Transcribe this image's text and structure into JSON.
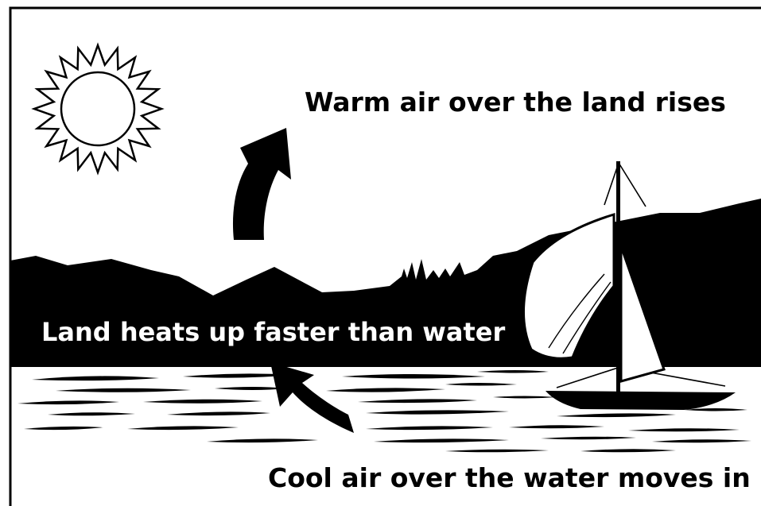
{
  "labels": {
    "warm_air": "Warm air over the land rises",
    "land_heats": "Land heats up faster than water",
    "cool_air": "Cool air over the water moves in"
  },
  "colors": {
    "ink": "#000000",
    "background": "#ffffff"
  },
  "icons": [
    "sun-icon",
    "sailboat-icon",
    "rising-arrow-icon",
    "inflow-arrow-icon"
  ]
}
